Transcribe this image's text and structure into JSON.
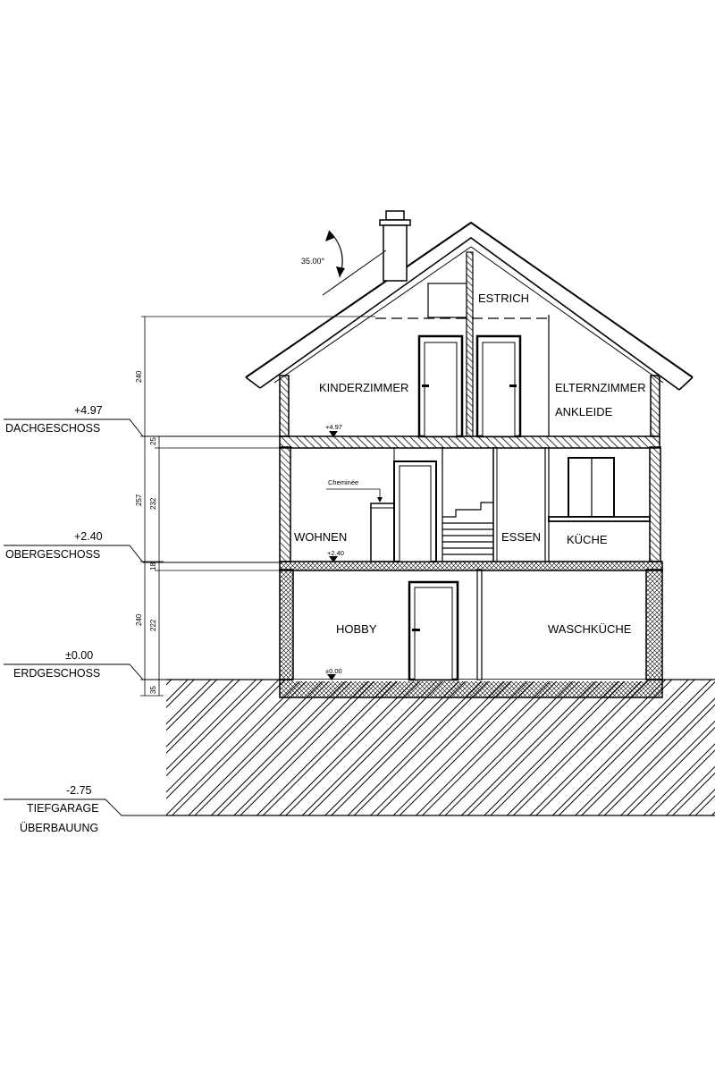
{
  "levels": {
    "dach": {
      "value": "+4.97",
      "name": "DACHGESCHOSS",
      "marker": "+4.97"
    },
    "ober": {
      "value": "+2.40",
      "name": "OBERGESCHOSS",
      "marker": "+2.40"
    },
    "erd": {
      "value": "±0.00",
      "name": "ERDGESCHOSS",
      "marker": "±0.00"
    },
    "tief": {
      "value": "-2.75",
      "name_line1": "TIEFGARAGE",
      "name_line2": "ÜBERBAUUNG"
    }
  },
  "rooms": {
    "estrich": "ESTRICH",
    "kinderzimmer": "KINDERZIMMER",
    "elternzimmer": "ELTERNZIMMER",
    "ankleide": "ANKLEIDE",
    "wohnen": "WOHNEN",
    "essen": "ESSEN",
    "kueche": "KÜCHE",
    "hobby": "HOBBY",
    "waschkueche": "WASCHKÜCHE"
  },
  "annotations": {
    "roof_angle": "35.00°",
    "cheminee": "Cheminée"
  },
  "dimensions": {
    "dg_height": "240",
    "slab_dg": "25",
    "og_total": "257",
    "og_clear": "232",
    "slab_og": "18",
    "eg_total": "240",
    "eg_clear": "222",
    "slab_eg": "35"
  },
  "colors": {
    "line": "#000000",
    "background": "#ffffff"
  }
}
